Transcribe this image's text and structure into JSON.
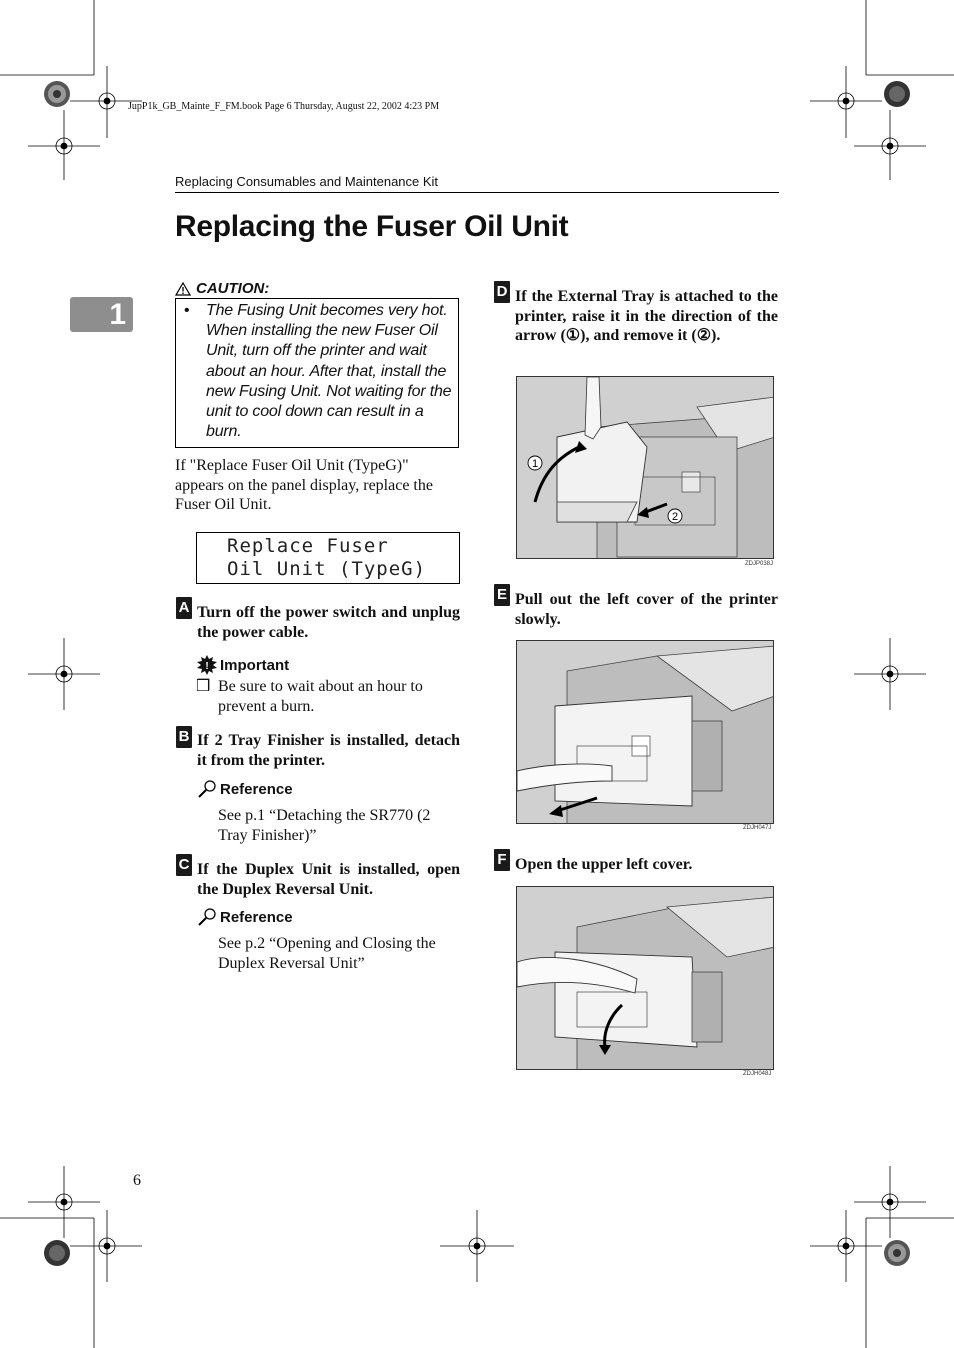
{
  "book_line": "JupP1k_GB_Mainte_F_FM.book  Page 6  Thursday, August 22, 2002  4:23 PM",
  "header": "Replacing Consumables and Maintenance Kit",
  "title": "Replacing the Fuser Oil Unit",
  "chapter_tab": "1",
  "caution": {
    "label": "CAUTION:",
    "bullet": "•",
    "text": "The Fusing Unit becomes very hot. When installing the new Fuser Oil Unit, turn off the printer and wait about an hour. After that, install the new Fusing Unit. Not waiting for the unit to cool down can result in a burn."
  },
  "intro": "If \"Replace Fuser Oil Unit (TypeG)\" appears on the panel display, replace the Fuser Oil Unit.",
  "lcd": {
    "line1": "Replace Fuser",
    "line2": "Oil Unit (TypeG)"
  },
  "steps": [
    {
      "num": "A",
      "text": "Turn off the power switch and unplug the power cable."
    },
    {
      "num": "B",
      "text": "If 2 Tray Finisher is installed, detach it from the printer."
    },
    {
      "num": "C",
      "text": "If the Duplex Unit is installed, open the Duplex Reversal Unit."
    },
    {
      "num": "D",
      "text": "If the External Tray is attached to the printer, raise it in the direction of the arrow (①), and remove it (②)."
    },
    {
      "num": "E",
      "text": "Pull out the left cover of the printer slowly."
    },
    {
      "num": "F",
      "text": "Open the upper left cover."
    }
  ],
  "important": {
    "label": "Important",
    "checkbox": "❒",
    "text": "Be sure to wait about an hour to prevent a burn."
  },
  "reference1": {
    "label": "Reference",
    "text": "See p.1 “Detaching the SR770 (2 Tray Finisher)”"
  },
  "reference2": {
    "label": "Reference",
    "text": "See p.2 “Opening and Closing the Duplex Reversal Unit”"
  },
  "figures": [
    {
      "code": "ZDJP038J",
      "callout1": "1",
      "callout2": "2"
    },
    {
      "code": "ZDJH047J"
    },
    {
      "code": "ZDJH048J"
    }
  ],
  "page_number": "6"
}
